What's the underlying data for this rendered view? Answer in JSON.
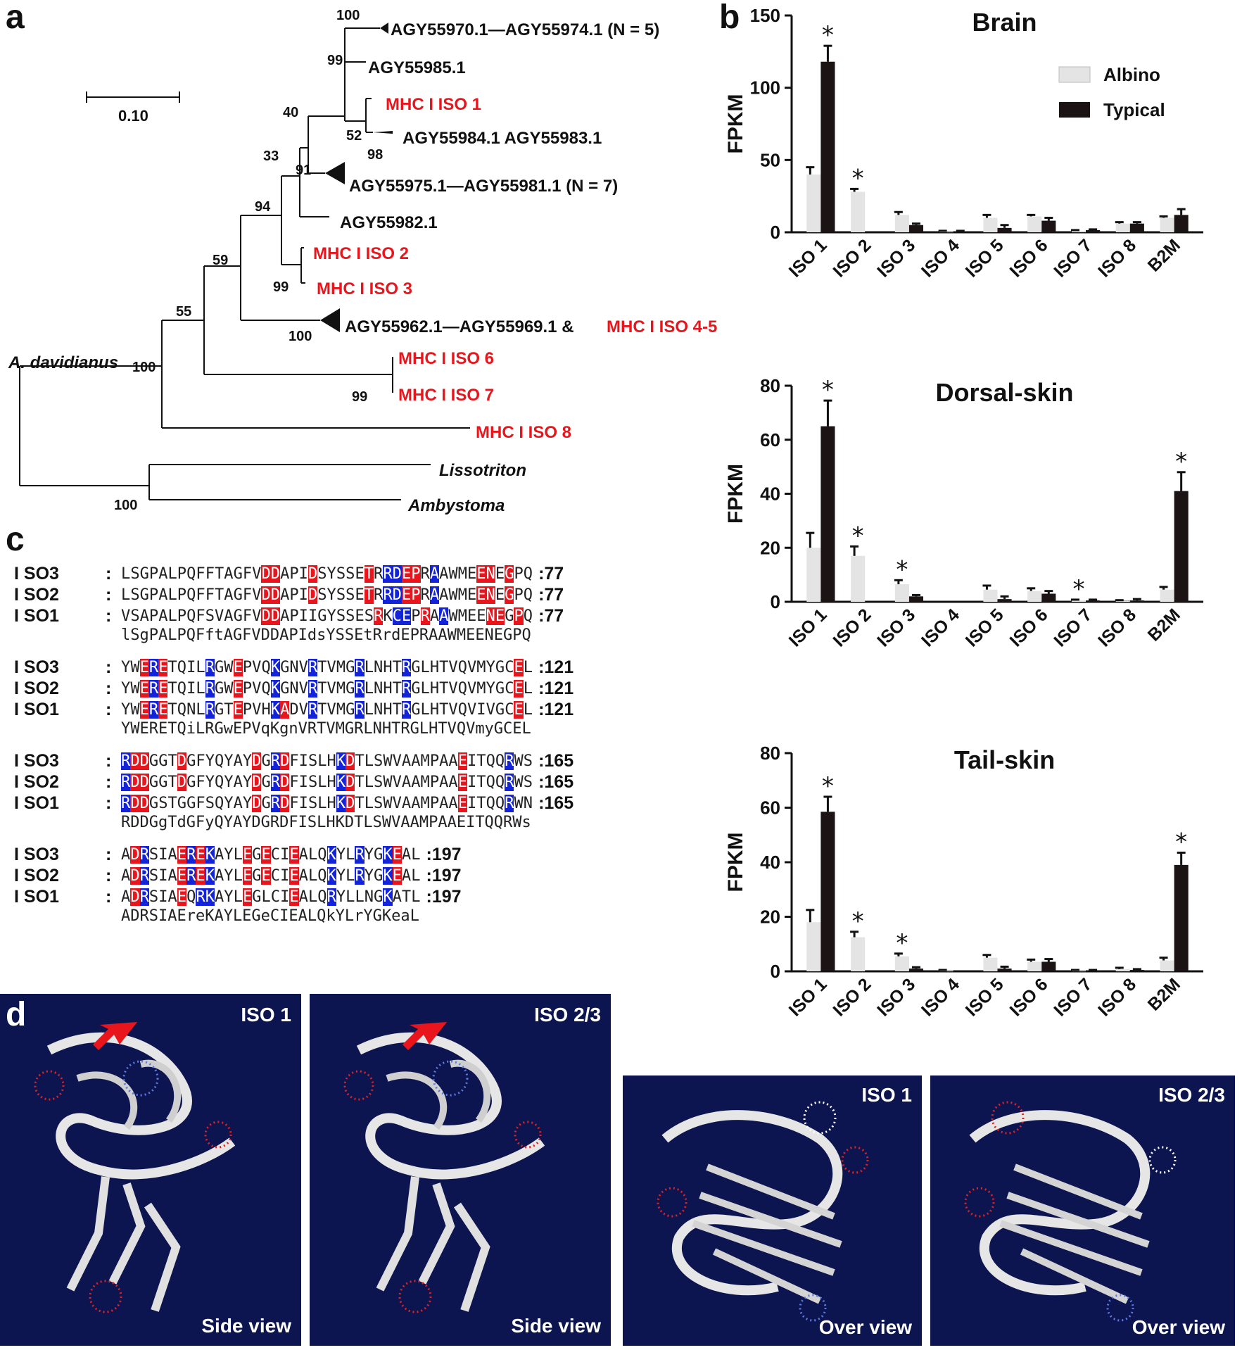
{
  "panels": {
    "a": "a",
    "b": "b",
    "c": "c",
    "d": "d"
  },
  "tree": {
    "scale_label": "0.10",
    "tip_labels": [
      {
        "text": "AGY55970.1—AGY55974.1 (N = 5)",
        "color": "#111111"
      },
      {
        "text": "AGY55985.1",
        "color": "#111111"
      },
      {
        "text": "MHC I ISO 1",
        "color": "#e8161c"
      },
      {
        "text": "AGY55984.1 AGY55983.1",
        "color": "#111111"
      },
      {
        "text": "AGY55975.1—AGY55981.1 (N = 7)",
        "color": "#111111"
      },
      {
        "text": "AGY55982.1",
        "color": "#111111"
      },
      {
        "text": "MHC I ISO 2",
        "color": "#e8161c"
      },
      {
        "text": "MHC I ISO 3",
        "color": "#e8161c"
      },
      {
        "text": "AGY55962.1—AGY55969.1 & ",
        "color": "#111111"
      },
      {
        "text": "MHC I ISO 4-5",
        "color": "#e8161c"
      },
      {
        "text": "MHC I ISO 6",
        "color": "#e8161c"
      },
      {
        "text": "MHC I ISO 7",
        "color": "#e8161c"
      },
      {
        "text": "MHC I ISO 8",
        "color": "#e8161c"
      },
      {
        "text": "Lissotriton",
        "color": "#111111"
      },
      {
        "text": "Ambystoma",
        "color": "#111111"
      }
    ],
    "root_label": "A. davidianus",
    "bootstrap": [
      "100",
      "99",
      "40",
      "52",
      "98",
      "33",
      "91",
      "94",
      "99",
      "59",
      "55",
      "100",
      "99",
      "100",
      "100"
    ]
  },
  "chart_data": [
    {
      "type": "bar",
      "title": "Brain",
      "ylabel": "FPKM",
      "ylim": [
        0,
        150
      ],
      "yticks": [
        0,
        50,
        100,
        150
      ],
      "categories": [
        "ISO 1",
        "ISO 2",
        "ISO 3",
        "ISO 4",
        "ISO 5",
        "ISO 6",
        "ISO 7",
        "ISO 8",
        "B2M"
      ],
      "legend": "top-right",
      "series": [
        {
          "name": "Albino",
          "color": "#e4e4e4",
          "values": [
            40,
            28,
            12,
            0.5,
            10,
            11,
            1,
            6,
            10
          ],
          "errors": [
            5,
            2,
            2,
            0.5,
            2,
            1,
            0.5,
            1,
            1
          ]
        },
        {
          "name": "Typical",
          "color": "#1c1414",
          "values": [
            118,
            0,
            5,
            0.5,
            3,
            8,
            1.5,
            6,
            12
          ],
          "errors": [
            11,
            0,
            1,
            0.5,
            2,
            2,
            0.5,
            1,
            4
          ]
        }
      ],
      "significance": [
        {
          "category": "ISO 1",
          "series": "Typical",
          "label": "*"
        },
        {
          "category": "ISO 2",
          "series": "Albino",
          "label": "*"
        }
      ]
    },
    {
      "type": "bar",
      "title": "Dorsal-skin",
      "ylabel": "FPKM",
      "ylim": [
        0,
        80
      ],
      "yticks": [
        0,
        20,
        40,
        60,
        80
      ],
      "categories": [
        "ISO 1",
        "ISO 2",
        "ISO 3",
        "ISO 4",
        "ISO 5",
        "ISO 6",
        "ISO 7",
        "ISO 8",
        "B2M"
      ],
      "series": [
        {
          "name": "Albino",
          "color": "#e4e4e4",
          "values": [
            20,
            17,
            6.5,
            0,
            4.5,
            4,
            0.5,
            0.3,
            4.5
          ],
          "errors": [
            5.5,
            3.5,
            1.5,
            0,
            1.5,
            1,
            0.3,
            0.3,
            1
          ]
        },
        {
          "name": "Typical",
          "color": "#1c1414",
          "values": [
            65,
            0,
            2,
            0,
            1,
            3,
            0.5,
            0.5,
            41
          ],
          "errors": [
            9.5,
            0,
            0.5,
            0,
            1,
            1,
            0.3,
            0.5,
            7
          ]
        }
      ],
      "significance": [
        {
          "category": "ISO 1",
          "series": "Typical",
          "label": "*"
        },
        {
          "category": "ISO 2",
          "series": "Albino",
          "label": "*"
        },
        {
          "category": "ISO 3",
          "series": "Albino",
          "label": "*"
        },
        {
          "category": "ISO 7",
          "series": "Albino",
          "label": "*"
        },
        {
          "category": "B2M",
          "series": "Typical",
          "label": "*"
        }
      ]
    },
    {
      "type": "bar",
      "title": "Tail-skin",
      "ylabel": "FPKM",
      "ylim": [
        0,
        80
      ],
      "yticks": [
        0,
        20,
        40,
        60,
        80
      ],
      "categories": [
        "ISO 1",
        "ISO 2",
        "ISO 3",
        "ISO 4",
        "ISO 5",
        "ISO 6",
        "ISO 7",
        "ISO 8",
        "B2M"
      ],
      "series": [
        {
          "name": "Albino",
          "color": "#e4e4e4",
          "values": [
            18,
            12.5,
            5.5,
            0.3,
            5,
            3.5,
            0.3,
            0.8,
            4
          ],
          "errors": [
            4.5,
            2,
            1,
            0.2,
            1,
            0.8,
            0.2,
            0.5,
            1
          ]
        },
        {
          "name": "Typical",
          "color": "#1c1414",
          "values": [
            58.5,
            0,
            1,
            0,
            1,
            3.5,
            0.3,
            0.5,
            39
          ],
          "errors": [
            5.5,
            0,
            0.5,
            0,
            0.7,
            1,
            0.2,
            0.3,
            4.5
          ]
        }
      ],
      "significance": [
        {
          "category": "ISO 1",
          "series": "Typical",
          "label": "*"
        },
        {
          "category": "ISO 2",
          "series": "Albino",
          "label": "*"
        },
        {
          "category": "ISO 3",
          "series": "Albino",
          "label": "*"
        },
        {
          "category": "B2M",
          "series": "Typical",
          "label": "*"
        }
      ]
    }
  ],
  "alignment": {
    "blocks": [
      {
        "rows": [
          {
            "name": "I SO3",
            "seq": "LSGPALPQFFTAGFVDDAPIDSYSSETRRDEPRAAWMEENEGPQ",
            "marks": "...............rr...r.....r.bbrr.b....rr.r...",
            "end": ":77"
          },
          {
            "name": "I SO2",
            "seq": "LSGPALPQFFTAGFVDDAPIDSYSSETRRDEPRAAWMEENEGPQ",
            "marks": "...............rr...r.....r.bbrr.b....rr.r...",
            "end": ":77"
          },
          {
            "name": "I SO1",
            "seq": "VSAPALPQFSVAGFVDDAPIIGYSSESRKCEPRAAWMEENEGPQ",
            "marks": "...............rr..........r.bb.r.b....rr.r...",
            "end": ":77"
          }
        ],
        "consensus": "lSgPALPQFftAGFVDDAPIdsYSSEtRrdEPRAAWMEENEGPQ"
      },
      {
        "rows": [
          {
            "name": "I SO3",
            "seq": "YWERETQILRGWEPVQKGNVRTVMGRLNHTRGLHTVQVMYGCEL",
            "marks": "..rbr....b..r...b...b....b....b...........r.",
            "end": ":121"
          },
          {
            "name": "I SO2",
            "seq": "YWERETQILRGWEPVQKGNVRTVMGRLNHTRGLHTVQVMYGCEL",
            "marks": "..rbr....b..r...b...b....b....b...........r.",
            "end": ":121"
          },
          {
            "name": "I SO1",
            "seq": "YWERETQNLRGTEPVHKADVRTVMGRLNHTRGLHTVQVIVGCEL",
            "marks": "..rbr....b..r...br..b....b....b...........r.",
            "end": ":121"
          }
        ],
        "consensus": "YWERETQiLRGwEPVqKgnVRTVMGRLNHTRGLHTVQVmyGCEL"
      },
      {
        "rows": [
          {
            "name": "I SO3",
            "seq": "RDDGGTDGFYQYAYDGRDFISLHKDTLSWVAAMPAAEITQQRWS",
            "marks": "brr...r.......r.br.....br...........r....b..",
            "end": ":165"
          },
          {
            "name": "I SO2",
            "seq": "RDDGGTDGFYQYAYDGRDFISLHKDTLSWVAAMPAAEITQQRWS",
            "marks": "brr...r.......r.br.....br...........r....b..",
            "end": ":165"
          },
          {
            "name": "I SO1",
            "seq": "RDDGSTGGFSQYAYDGRDFISLHKDTLSWVAAMPAAEITQQRWN",
            "marks": "brr...........r.br.....br...........r....b..",
            "end": ":165"
          }
        ],
        "consensus": "RDDGgTdGFyQYAYDGRDFISLHKDTLSWVAAMPAAEITQQRWs"
      },
      {
        "rows": [
          {
            "name": "I SO3",
            "seq": "ADRSIAEREKAYLEGECIEALQKYLRYGKEAL",
            "marks": ".rb...rbrb...r.r..r...b..b..br..",
            "end": ":197"
          },
          {
            "name": "I SO2",
            "seq": "ADRSIAEREKAYLEGECIEALQKYLRYGKEAL",
            "marks": ".rb...rbrb...r.r..r...b..b..br..",
            "end": ":197"
          },
          {
            "name": "I SO1",
            "seq": "ADRSIAEQRKAYLEGLCIEALQRYLLNGKATL",
            "marks": ".rb...r.bb...r....r...b.....b...",
            "end": ":197"
          }
        ],
        "consensus": "ADRSIAEreKAYLEGeCIEALQkYLrYGKeaL"
      }
    ]
  },
  "structures": [
    {
      "label": "ISO 1",
      "caption": "Side view"
    },
    {
      "label": "ISO 2/3",
      "caption": "Side view"
    },
    {
      "label": "ISO 1",
      "caption": "Over view"
    },
    {
      "label": "ISO 2/3",
      "caption": "Over view"
    }
  ]
}
